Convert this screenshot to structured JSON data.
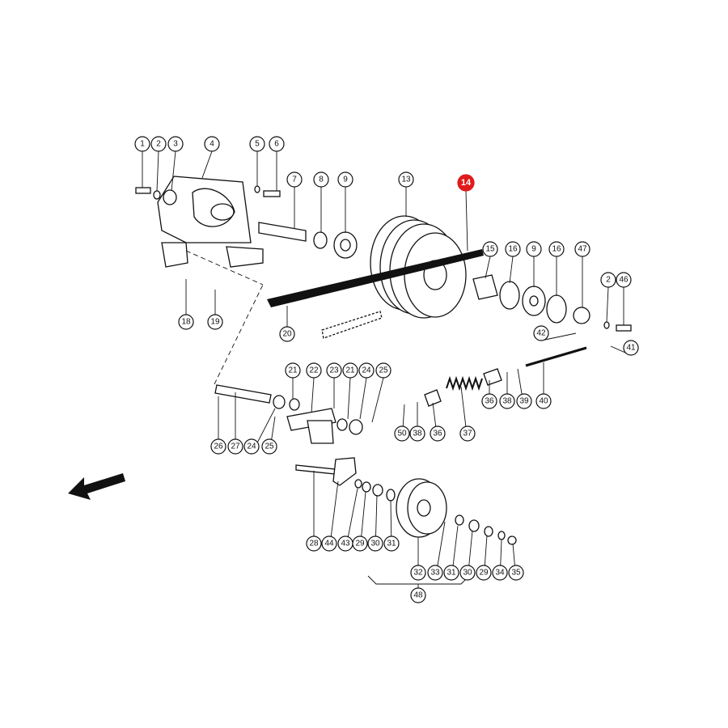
{
  "diagram": {
    "highlight_color": "#e01b1b",
    "callouts": [
      "1",
      "2",
      "3",
      "4",
      "5",
      "6",
      "7",
      "8",
      "9",
      "13",
      "14",
      "15",
      "16",
      "9",
      "16",
      "47",
      "2",
      "46",
      "42",
      "41",
      "18",
      "19",
      "20",
      "21",
      "22",
      "23",
      "21",
      "24",
      "25",
      "36",
      "38",
      "39",
      "40",
      "50",
      "38",
      "36",
      "37",
      "26",
      "27",
      "24",
      "25",
      "28",
      "44",
      "43",
      "29",
      "30",
      "31",
      "32",
      "33",
      "31",
      "30",
      "29",
      "34",
      "35",
      "48"
    ],
    "highlighted": "14",
    "direction_arrow": "arrow-icon"
  }
}
